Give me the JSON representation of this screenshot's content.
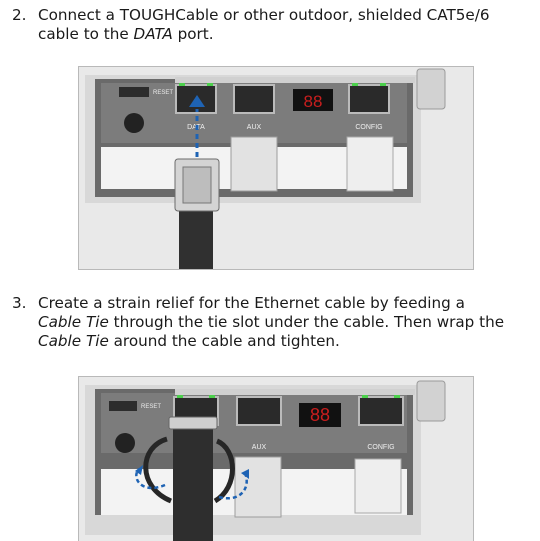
{
  "step2": {
    "number": "2.",
    "text_line1": "Connect a TOUGHCable or other outdoor, shielded CAT5e/6",
    "text_line2_pre": "cable to the ",
    "text_line2_em": "DATA",
    "text_line2_post": " port.",
    "labels": {
      "reset": "RESET",
      "data": "DATA",
      "aux": "AUX",
      "config": "CONFIG",
      "display": "88"
    }
  },
  "step3": {
    "number": "3.",
    "text_line1": "Create a strain relief for the Ethernet cable by feeding a",
    "text_line2_em": "Cable Tie",
    "text_line2_post": " through the tie slot under the cable. Then wrap the",
    "text_line3_em": "Cable Tie",
    "text_line3_post": " around the cable and tighten.",
    "labels": {
      "reset": "RESET",
      "aux": "AUX",
      "config": "CONFIG",
      "display": "88"
    }
  },
  "colors": {
    "housing": "#e6e6e6",
    "bay": "#6f6f6f",
    "arrow": "#1e63b4",
    "display_digits": "#c81e1e",
    "led": "#4cd04c"
  }
}
